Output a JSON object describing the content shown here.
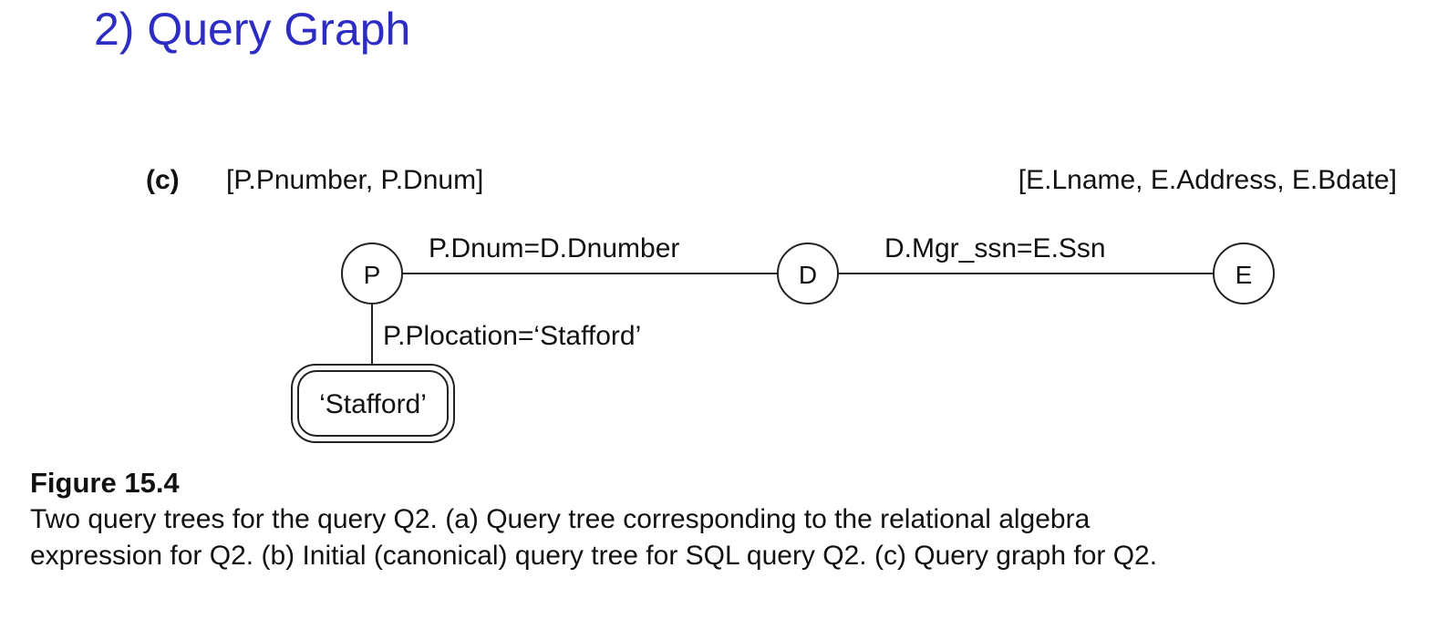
{
  "slide": {
    "title": "2) Query Graph",
    "title_color": "#2d2dc4"
  },
  "diagram": {
    "part_label": "(c)",
    "attributes_p": "[P.Pnumber, P.Dnum]",
    "attributes_e": "[E.Lname, E.Address, E.Bdate]",
    "nodes": {
      "p": "P",
      "d": "D",
      "e": "E"
    },
    "edges": {
      "p_d": "P.Dnum=D.Dnumber",
      "d_e": "D.Mgr_ssn=E.Ssn",
      "p_const": "P.Plocation=‘Stafford’"
    },
    "constant_node": "‘Stafford’"
  },
  "figure": {
    "title": "Figure 15.4",
    "caption_line1": "Two query trees for the query Q2. (a) Query tree corresponding to the relational algebra",
    "caption_line2": "expression for Q2. (b) Initial (canonical) query tree for SQL query Q2. (c) Query graph for Q2."
  }
}
